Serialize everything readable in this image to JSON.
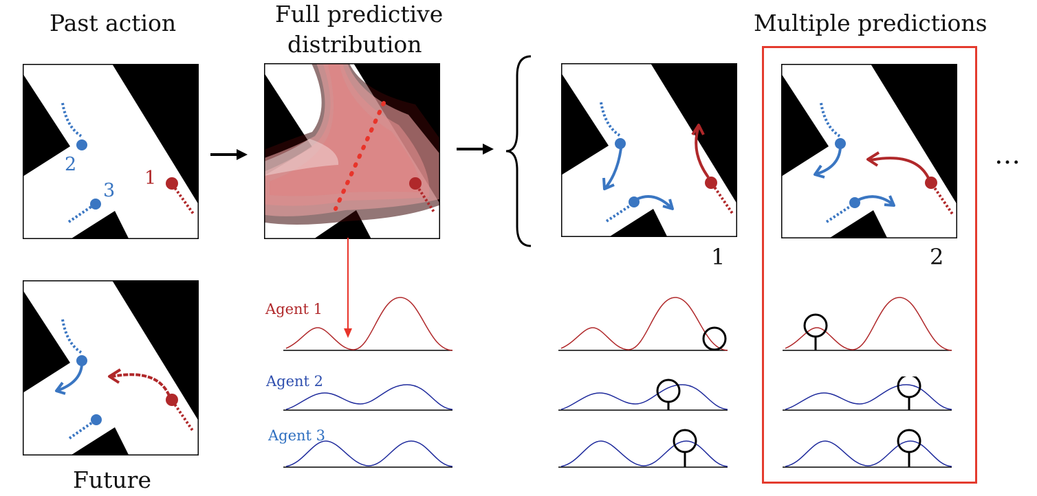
{
  "titles": {
    "past_action": "Past action",
    "full_pred_line1": "Full predictive",
    "full_pred_line2": "distribution",
    "multiple_predictions": "Multiple predictions",
    "future": "Future"
  },
  "agent_numbers": {
    "a1": "1",
    "a2": "2",
    "a3": "3"
  },
  "prediction_indices": {
    "p1": "1",
    "p2": "2"
  },
  "agents": [
    {
      "label": "Agent 1",
      "color": "#b0282a"
    },
    {
      "label": "Agent 2",
      "color": "#2e4eae"
    },
    {
      "label": "Agent 3",
      "color": "#2e6fc0"
    }
  ],
  "ellipsis": "…",
  "colors": {
    "agent1_red": "#b0282a",
    "agents_blue": "#3a76c2",
    "curve_blue": "#1e2a9c",
    "highlight_box": "#e43b2e",
    "obstacle": "#000000"
  }
}
